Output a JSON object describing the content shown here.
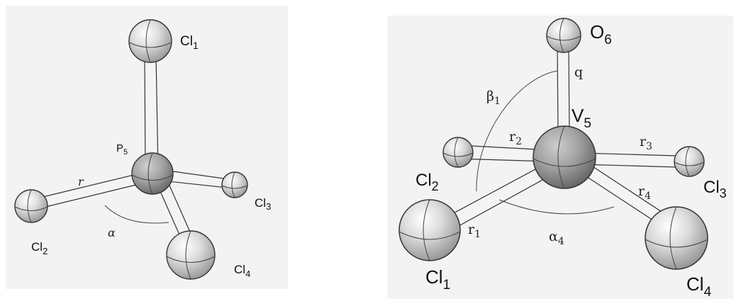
{
  "left": {
    "atoms": {
      "cl1": "Cl",
      "cl1_sub": "1",
      "p5": "P",
      "p5_sub": "5",
      "cl2": "Cl",
      "cl2_sub": "2",
      "cl3": "Cl",
      "cl3_sub": "3",
      "cl4": "Cl",
      "cl4_sub": "4"
    },
    "params": {
      "r": "r",
      "alpha": "α"
    }
  },
  "right": {
    "atoms": {
      "o6": "O",
      "o6_sub": "6",
      "v5": "V",
      "v5_sub": "5",
      "cl1": "Cl",
      "cl1_sub": "1",
      "cl2": "Cl",
      "cl2_sub": "2",
      "cl3": "Cl",
      "cl3_sub": "3",
      "cl4": "Cl",
      "cl4_sub": "4"
    },
    "params": {
      "q": "q",
      "beta": "β",
      "beta_sub": "1",
      "r1": "r",
      "r1_sub": "1",
      "r2": "r",
      "r2_sub": "2",
      "r3": "r",
      "r3_sub": "3",
      "r4": "r",
      "r4_sub": "4",
      "alpha": "α",
      "alpha_sub": "4"
    }
  },
  "colors": {
    "atom_light": "#e6e6e6",
    "atom_mid": "#c4c4c4",
    "atom_dark": "#8f8f8f",
    "bond": "#f4f4f4",
    "outline": "#333333"
  }
}
